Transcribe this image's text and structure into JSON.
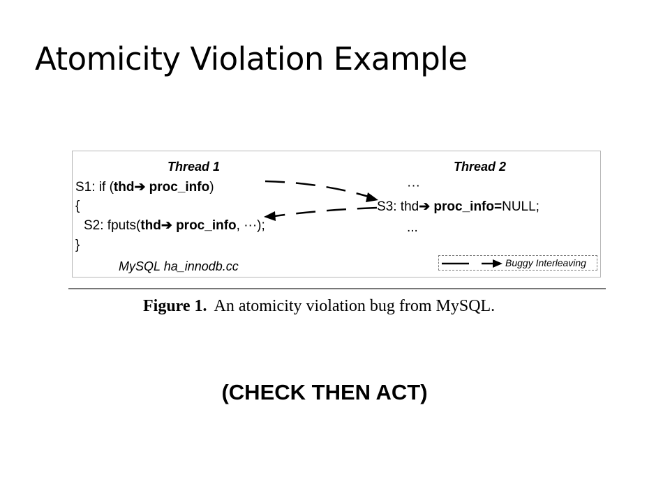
{
  "slide": {
    "title": "Atomicity Violation Example",
    "subtitle": "(CHECK THEN ACT)"
  },
  "figure": {
    "thread1_header": "Thread 1",
    "thread2_header": "Thread 2",
    "thread1": {
      "s1_prefix": "S1:   if (",
      "s1_thd": "thd",
      "s1_field": " proc_info",
      "s1_suffix": ")",
      "open_brace": "{",
      "s2_prefix": "S2:    fputs(",
      "s2_thd": "thd",
      "s2_field": " proc_info",
      "s2_suffix": ", ···);",
      "close_brace": "}",
      "source": "MySQL ha_innodb.cc"
    },
    "thread2": {
      "dots_top": "···",
      "s3_prefix": "S3: thd",
      "s3_field": " proc_info",
      "s3_eq": "=",
      "s3_value": "NULL;",
      "dots_bottom": "..."
    },
    "legend": "Buggy Interleaving",
    "arrow_glyph": "➔"
  },
  "caption": {
    "label": "Figure 1.",
    "text": "An atomicity violation bug from MySQL."
  }
}
